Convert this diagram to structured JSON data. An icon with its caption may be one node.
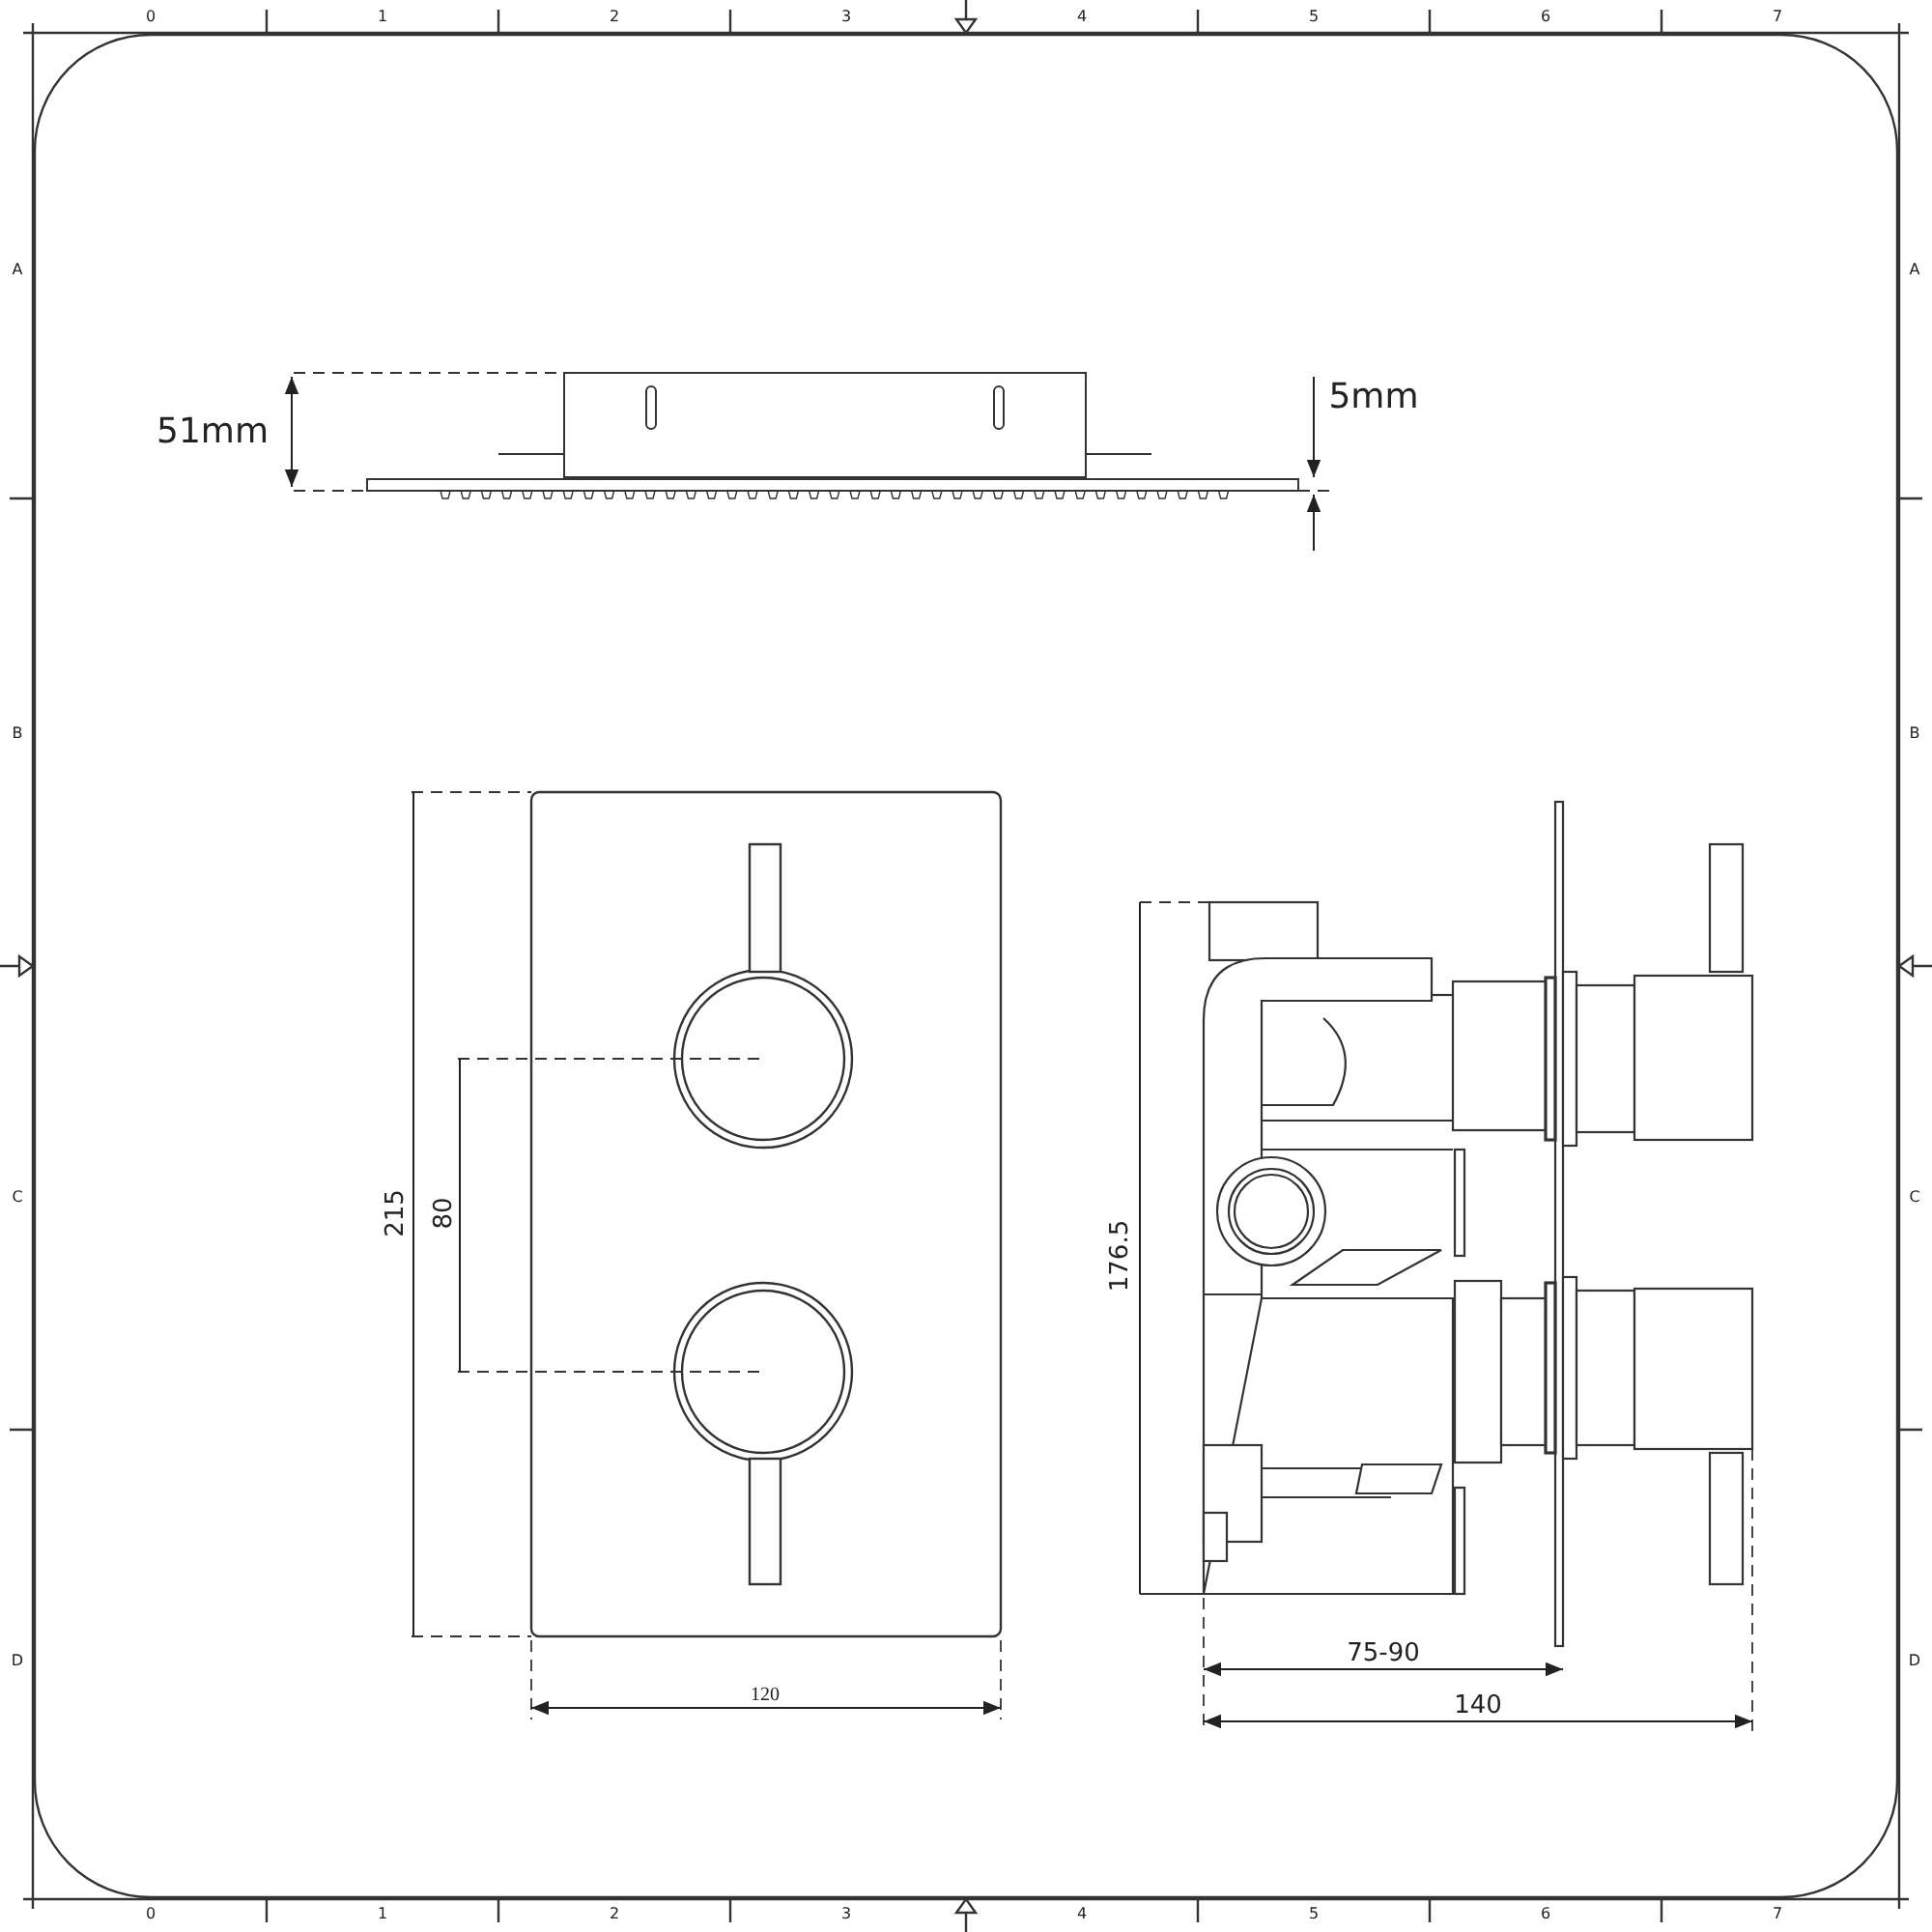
{
  "diagram": {
    "labels": [
      "0",
      "1",
      "2",
      "3",
      "4",
      "5",
      "6",
      "7",
      "A",
      "A",
      "B",
      "B",
      "C",
      "C",
      "D",
      "D",
      "0",
      "1",
      "2",
      "3",
      "4",
      "5",
      "6",
      "7",
      "51mm",
      "5mm",
      "215",
      "80",
      "120",
      "176.5",
      "75-90",
      "140"
    ]
  }
}
